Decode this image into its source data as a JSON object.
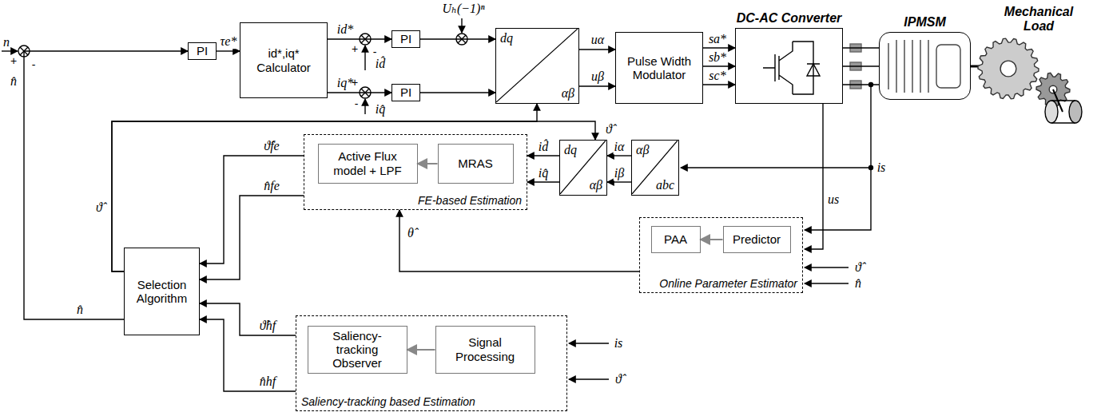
{
  "diagram": {
    "nodes": [
      {
        "text": [
          "PI"
        ]
      },
      {
        "text": [
          "id*,iq* Calculator"
        ]
      },
      {
        "text": [
          "PI"
        ]
      },
      {
        "text": [
          "PI"
        ]
      },
      {
        "text": [
          "dq",
          "αβ"
        ]
      },
      {
        "text": [
          "Pulse Width Modulator"
        ]
      },
      {
        "text": [
          "DC-AC Converter"
        ]
      },
      {
        "text": [
          "IPMSM"
        ]
      },
      {
        "text": [
          "FE-based Estimation"
        ]
      },
      {
        "text": [
          "Active Flux model + LPF"
        ],
        "in": 8
      },
      {
        "text": [
          "MRAS"
        ],
        "in": 8
      },
      {
        "text": [
          "dq",
          "αβ"
        ]
      },
      {
        "text": [
          "αβ",
          "abc"
        ]
      },
      {
        "text": [
          "Online Parameter Estimator"
        ]
      },
      {
        "text": [
          "PAA"
        ],
        "in": 13
      },
      {
        "text": [
          "Predictor"
        ],
        "in": 13
      },
      {
        "text": [
          "Selection Algorithm"
        ]
      },
      {
        "text": [
          "Saliency-tracking based Estimation"
        ]
      },
      {
        "text": [
          "Saliency-tracking Observer"
        ],
        "in": 17
      },
      {
        "text": [
          "Signal Processing"
        ],
        "in": 17
      }
    ],
    "edges": [
      {
        "from": 0,
        "to": 1,
        "arrow": "to",
        "label": "τe*"
      },
      {
        "from": 1,
        "to": 2,
        "arrow": "to",
        "label": "id*"
      },
      {
        "from": 1,
        "to": 3,
        "arrow": "to",
        "label": "iq*"
      },
      {
        "from": 2,
        "to": 4,
        "arrow": "to"
      },
      {
        "from": 3,
        "to": 4,
        "arrow": "to"
      },
      {
        "from": 4,
        "to": 5,
        "arrow": "to",
        "label": "uα"
      },
      {
        "from": 4,
        "to": 5,
        "arrow": "to",
        "label": "uβ"
      },
      {
        "from": 5,
        "to": 6,
        "arrow": "to",
        "label": "sa*"
      },
      {
        "from": 5,
        "to": 6,
        "arrow": "to",
        "label": "sb*"
      },
      {
        "from": 5,
        "to": 6,
        "arrow": "to",
        "label": "sc*"
      },
      {
        "from": 6,
        "to": 7,
        "arrow": "none"
      },
      {
        "from": 6,
        "to": 7,
        "arrow": "none"
      },
      {
        "from": 6,
        "to": 7,
        "arrow": "none"
      },
      {
        "from": 12,
        "to": 11,
        "arrow": "to",
        "label": "iα"
      },
      {
        "from": 12,
        "to": 11,
        "arrow": "to",
        "label": "iβ"
      },
      {
        "from": 11,
        "to": 8,
        "arrow": "to",
        "label": "id̂"
      },
      {
        "from": 11,
        "to": 8,
        "arrow": "to",
        "label": "iq̂"
      },
      {
        "from": 10,
        "to": 9,
        "arrow": "to"
      },
      {
        "from": 15,
        "to": 14,
        "arrow": "to"
      },
      {
        "from": 13,
        "to": 8,
        "arrow": "to",
        "label": "θ̂"
      },
      {
        "from": 8,
        "to": 16,
        "arrow": "to",
        "label": "ϑ̂fe"
      },
      {
        "from": 8,
        "to": 16,
        "arrow": "to",
        "label": "n̂fe"
      },
      {
        "from": 17,
        "to": 16,
        "arrow": "to",
        "label": "ϑ̂hf"
      },
      {
        "from": 17,
        "to": 16,
        "arrow": "to",
        "label": "n̂hf"
      },
      {
        "from": 19,
        "to": 18,
        "arrow": "to"
      },
      {
        "from": 16,
        "to": 4,
        "arrow": "to",
        "label": "ϑ̂"
      },
      {
        "from": 16,
        "to": 11,
        "arrow": "to",
        "label": "ϑ̂"
      },
      {
        "from": 16,
        "to": 0,
        "arrow": "to",
        "label": "n̂"
      }
    ],
    "labels": [
      "n",
      "+",
      "-",
      "n̂",
      "+",
      "-",
      "id̂",
      "+",
      "-",
      "iq̂",
      "Uₕ(−1)ⁿ",
      "Mechanical Load",
      "is",
      "us",
      "ϑ̂",
      "n̂",
      "is",
      "ϑ̂"
    ]
  }
}
